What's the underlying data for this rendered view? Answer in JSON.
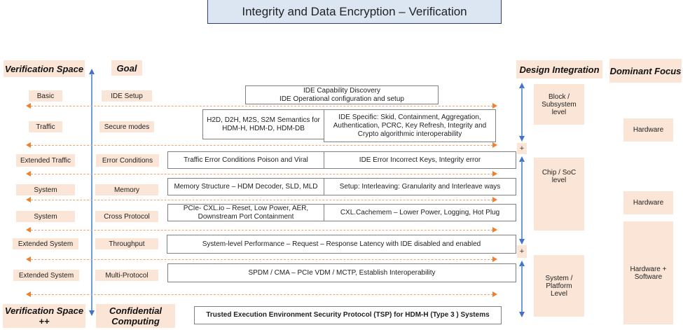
{
  "title": "Integrity and Data Encryption – Verification",
  "headers": {
    "verification_space": "Verification Space",
    "goal": "Goal",
    "design_integration": "Design Integration",
    "dominant_focus": "Dominant Focus",
    "verification_space_pp": "Verification  Space ++",
    "confidential_computing": "Confidential Computing"
  },
  "rows": [
    {
      "space": "Basic",
      "goal": "IDE Setup",
      "cells": [
        "IDE Capability Discovery\nIDE Operational configuration and setup"
      ]
    },
    {
      "space": "Traffic",
      "goal": "Secure modes",
      "cells": [
        "H2D, D2H, M2S, S2M  Semantics for HDM-H, HDM-D, HDM-DB",
        "IDE Specific: Skid, Containment, Aggregation, Authentication, PCRC, Key Refresh, Integrity and Crypto algorithmic  interoperability"
      ]
    },
    {
      "space": "Extended Traffic",
      "goal": "Error Conditions",
      "cells": [
        "Traffic Error Conditions Poison and Viral",
        "IDE Error Incorrect Keys, Integrity error"
      ]
    },
    {
      "space": "System",
      "goal": "Memory",
      "cells": [
        "Memory Structure – HDM Decoder, SLD, MLD",
        "Setup: Interleaving: Granularity and Interleave ways"
      ]
    },
    {
      "space": "System",
      "goal": "Cross Protocol",
      "cells": [
        "PCIe- CXL.io – Reset, Low Power, AER, Downstream Port Containment",
        "CXL.Cachemem – Lower Power, Logging, Hot Plug"
      ]
    },
    {
      "space": "Extended System",
      "goal": "Throughput",
      "cells": [
        "System-level Performance – Request – Response Latency with IDE disabled and enabled"
      ]
    },
    {
      "space": "Extended System",
      "goal": "Multi-Protocol",
      "cells": [
        "SPDM / CMA – PCIe VDM  / MCTP,  Establish Interoperability"
      ]
    }
  ],
  "tsp": "Trusted Execution Environment Security Protocol (TSP)  for HDM-H  (Type 3 ) Systems",
  "design_integration": {
    "levels": [
      "Block / Subsystem level",
      "Chip / SoC level",
      "System / Platform Level"
    ],
    "plus": "+"
  },
  "dominant_focus": {
    "items": [
      "Hardware",
      "Hardware",
      "Hardware + Software"
    ]
  }
}
